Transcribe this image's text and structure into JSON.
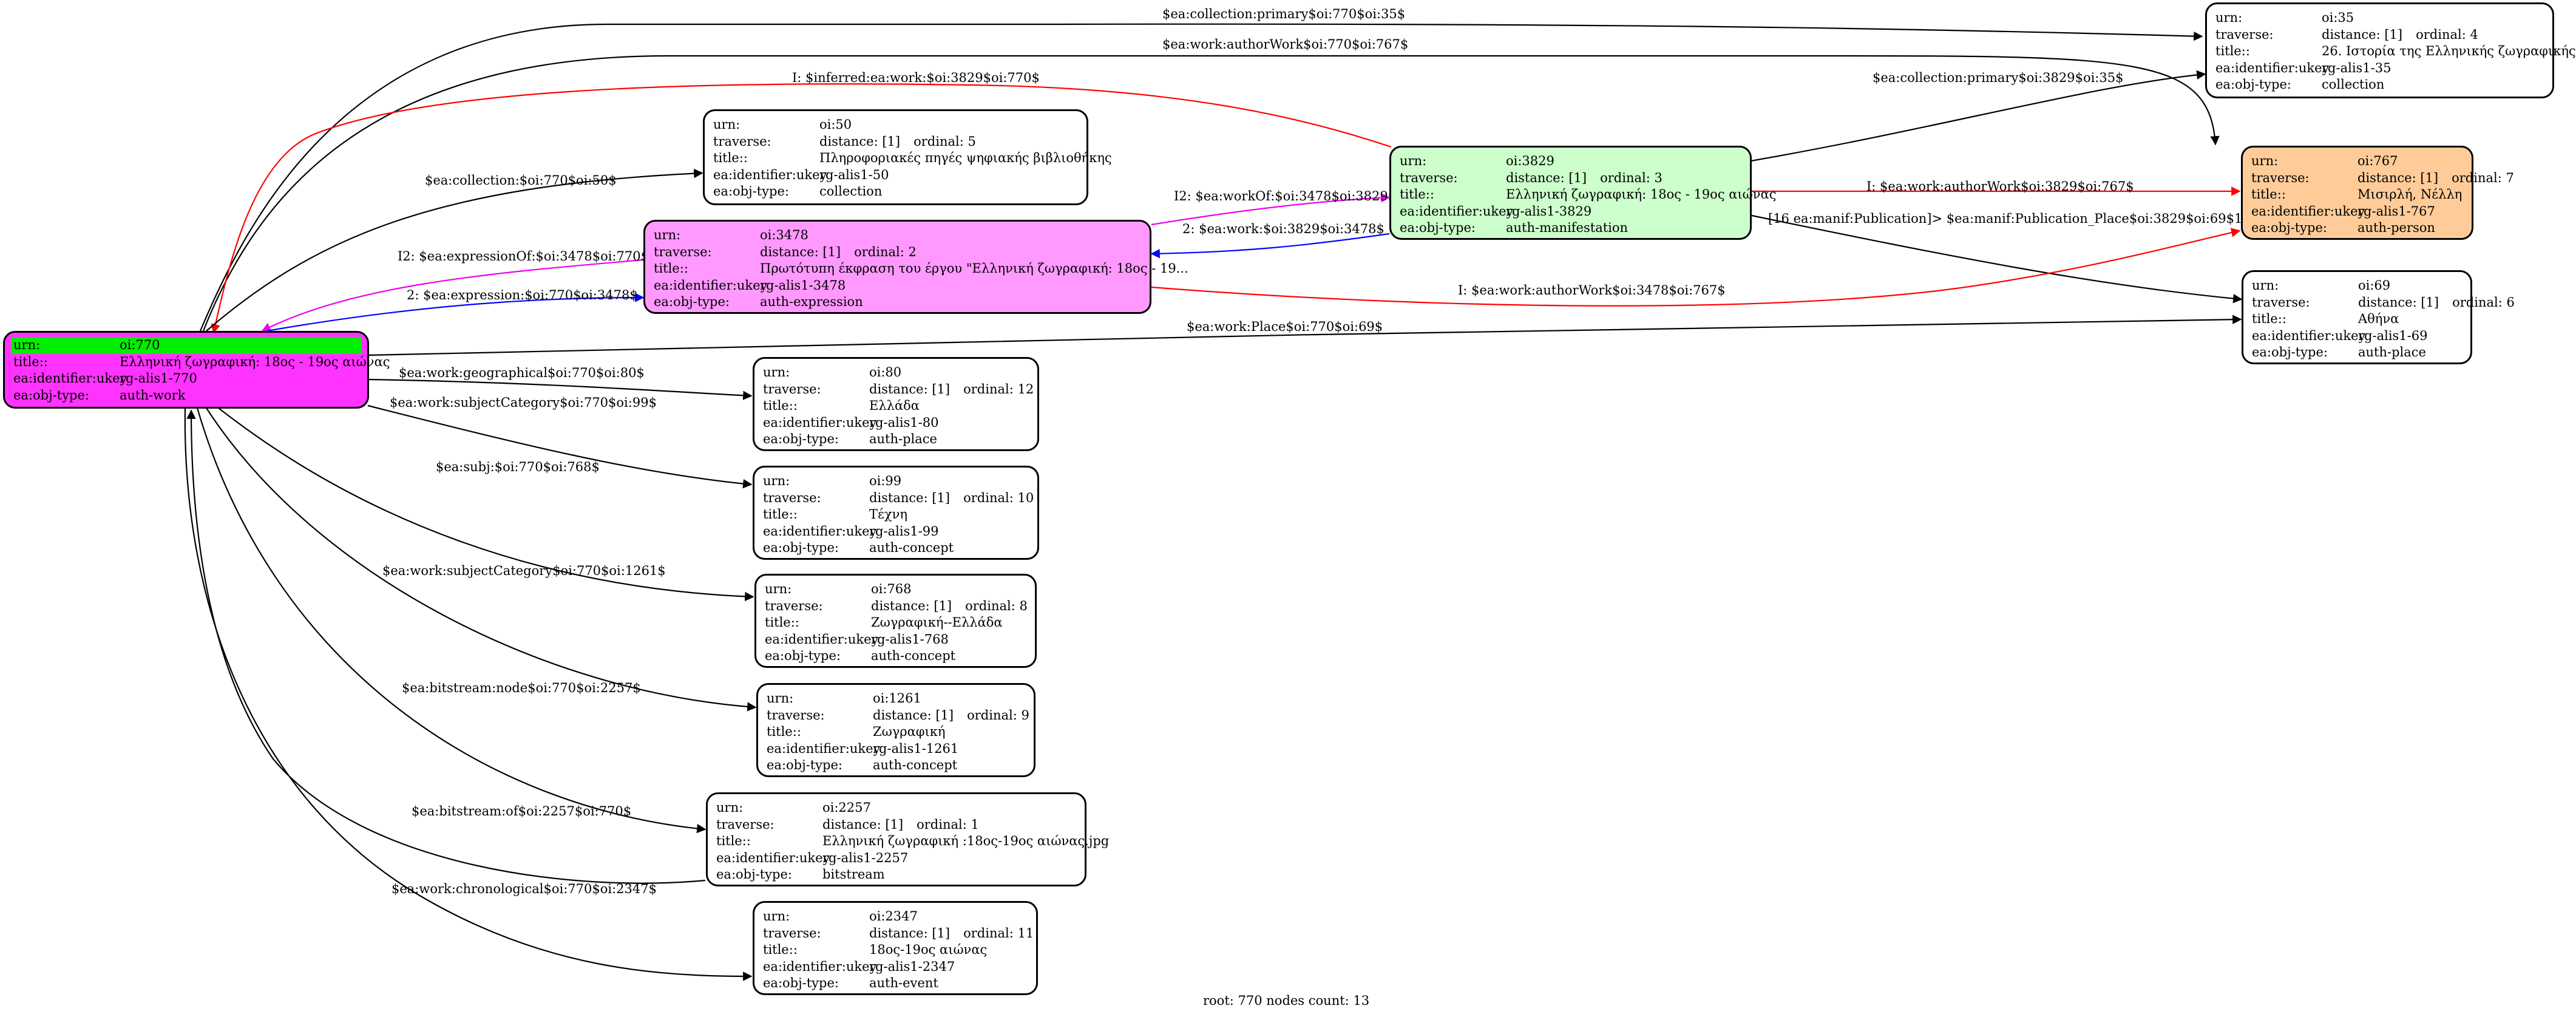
{
  "colors": {
    "default_node": "#ffffff",
    "root_node": "#ff33ff",
    "root_header": "#00ee00",
    "expression_node": "#ff99ff",
    "manifestation_node": "#ccffcc",
    "person_node": "#ffcc99",
    "edge_default": "#000000",
    "edge_inferred": "#ff0000",
    "edge_expression": "#0000ff",
    "edge_workof": "#ee00ee"
  },
  "labels": {
    "urn": "urn:",
    "traverse": "traverse:",
    "title": "title::",
    "ukey": "ea:identifier:ukey",
    "objtype": "ea:obj-type:"
  },
  "nodes": {
    "n770": {
      "urn": "oi:770",
      "title": "Ελληνική ζωγραφική: 18ος - 19ος αιώνας",
      "ukey": "rg-alis1-770",
      "objtype": "auth-work"
    },
    "n3478": {
      "urn": "oi:3478",
      "distance": "distance: [1]",
      "ordinal": "ordinal: 2",
      "title": "Πρωτότυπη έκφραση του έργου \"Ελληνική ζωγραφική: 18ος - 19...",
      "ukey": "rg-alis1-3478",
      "objtype": "auth-expression"
    },
    "n50": {
      "urn": "oi:50",
      "distance": "distance: [1]",
      "ordinal": "ordinal: 5",
      "title": "Πληροφοριακές πηγές ψηφιακής βιβλιοθήκης",
      "ukey": "rg-alis1-50",
      "objtype": "collection"
    },
    "n3829": {
      "urn": "oi:3829",
      "distance": "distance: [1]",
      "ordinal": "ordinal: 3",
      "title": "Ελληνική ζωγραφική: 18ος - 19ος αιώνας",
      "ukey": "rg-alis1-3829",
      "objtype": "auth-manifestation"
    },
    "n35": {
      "urn": "oi:35",
      "distance": "distance: [1]",
      "ordinal": "ordinal: 4",
      "title": "26. Ιστορία της Ελληνικής ζωγραφικής",
      "ukey": "rg-alis1-35",
      "objtype": "collection"
    },
    "n767": {
      "urn": "oi:767",
      "distance": "distance: [1]",
      "ordinal": "ordinal: 7",
      "title": "Μισιρλή, Νέλλη",
      "ukey": "rg-alis1-767",
      "objtype": "auth-person"
    },
    "n69": {
      "urn": "oi:69",
      "distance": "distance: [1]",
      "ordinal": "ordinal: 6",
      "title": "Αθήνα",
      "ukey": "rg-alis1-69",
      "objtype": "auth-place"
    },
    "n80": {
      "urn": "oi:80",
      "distance": "distance: [1]",
      "ordinal": "ordinal: 12",
      "title": "Ελλάδα",
      "ukey": "rg-alis1-80",
      "objtype": "auth-place"
    },
    "n99": {
      "urn": "oi:99",
      "distance": "distance: [1]",
      "ordinal": "ordinal: 10",
      "title": "Τέχνη",
      "ukey": "rg-alis1-99",
      "objtype": "auth-concept"
    },
    "n768": {
      "urn": "oi:768",
      "distance": "distance: [1]",
      "ordinal": "ordinal: 8",
      "title": "Ζωγραφική--Ελλάδα",
      "ukey": "rg-alis1-768",
      "objtype": "auth-concept"
    },
    "n1261": {
      "urn": "oi:1261",
      "distance": "distance: [1]",
      "ordinal": "ordinal: 9",
      "title": "Ζωγραφική",
      "ukey": "rg-alis1-1261",
      "objtype": "auth-concept"
    },
    "n2257": {
      "urn": "oi:2257",
      "distance": "distance: [1]",
      "ordinal": "ordinal: 1",
      "title": "Ελληνική ζωγραφική :18ος-19ος αιώνας.jpg",
      "ukey": "rg-alis1-2257",
      "objtype": "bitstream"
    },
    "n2347": {
      "urn": "oi:2347",
      "distance": "distance: [1]",
      "ordinal": "ordinal: 11",
      "title": "18ος-19ος αιώνας",
      "ukey": "rg-alis1-2347",
      "objtype": "auth-event"
    }
  },
  "edges": {
    "e1": "$ea:collection:primary$oi:770$oi:35$",
    "e2": "$ea:work:authorWork$oi:770$oi:767$",
    "e3": "I: $inferred:ea:work:$oi:3829$oi:770$",
    "e4": "$ea:collection:primary$oi:3829$oi:35$",
    "e5": "$ea:collection:$oi:770$oi:50$",
    "e6": "I2: $ea:workOf:$oi:3478$oi:3829$",
    "e7": "2: $ea:work:$oi:3829$oi:3478$",
    "e8": "I: $ea:work:authorWork$oi:3829$oi:767$",
    "e9": "[16 ea:manif:Publication]> $ea:manif:Publication_Place$oi:3829$oi:69$16",
    "e10": "I2: $ea:expressionOf:$oi:3478$oi:770$",
    "e11": "I: $ea:work:authorWork$oi:3478$oi:767$",
    "e12": "2: $ea:expression:$oi:770$oi:3478$",
    "e13": "$ea:work:Place$oi:770$oi:69$",
    "e14": "$ea:work:geographical$oi:770$oi:80$",
    "e15": "$ea:work:subjectCategory$oi:770$oi:99$",
    "e16": "$ea:subj:$oi:770$oi:768$",
    "e17": "$ea:work:subjectCategory$oi:770$oi:1261$",
    "e18": "$ea:bitstream:node$oi:770$oi:2257$",
    "e19": "$ea:bitstream:of$oi:2257$oi:770$",
    "e20": "$ea:work:chronological$oi:770$oi:2347$"
  },
  "footer": "root: 770 nodes count: 13"
}
